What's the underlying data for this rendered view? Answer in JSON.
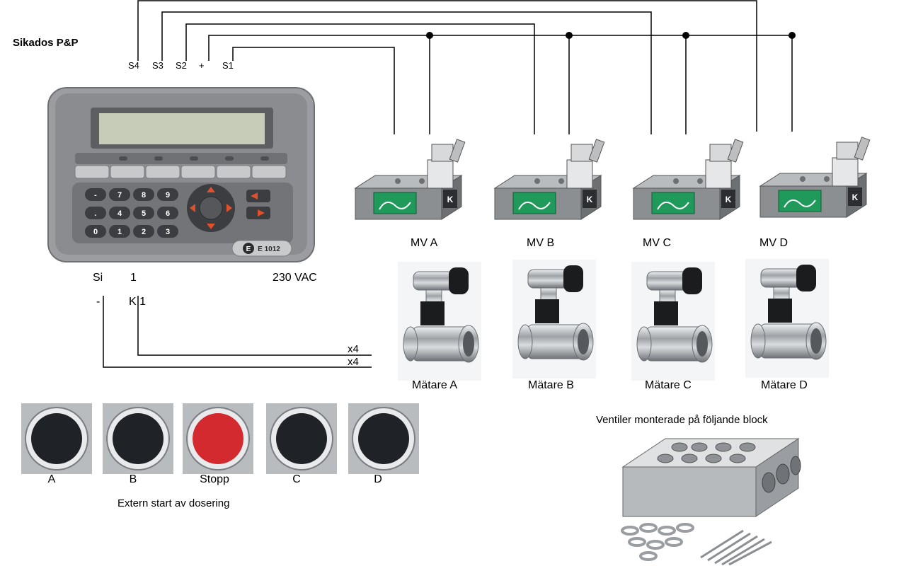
{
  "controller": {
    "title": "Sikados P&P",
    "brand": "E 1012",
    "signal_labels": [
      "S4",
      "S3",
      "S2",
      "+",
      "S1"
    ],
    "supply": {
      "si": "Si",
      "one": "1",
      "voltage": "230 VAC",
      "minus": "-",
      "k1": "K 1"
    },
    "run_labels": [
      "x4",
      "x4"
    ],
    "keypad": [
      "-",
      "7",
      "8",
      "9",
      ".",
      "4",
      "5",
      "6",
      "0",
      "1",
      "2",
      "3"
    ]
  },
  "valves": [
    {
      "label": "MV A"
    },
    {
      "label": "MV B"
    },
    {
      "label": "MV C"
    },
    {
      "label": "MV D"
    }
  ],
  "meters": [
    {
      "label": "Mätare A"
    },
    {
      "label": "Mätare B"
    },
    {
      "label": "Mätare C"
    },
    {
      "label": "Mätare D"
    }
  ],
  "buttons": {
    "items": [
      {
        "label": "A",
        "color": "#1f2226"
      },
      {
        "label": "B",
        "color": "#1f2226"
      },
      {
        "label": "Stopp",
        "color": "#d22a2f"
      },
      {
        "label": "C",
        "color": "#1f2226"
      },
      {
        "label": "D",
        "color": "#1f2226"
      }
    ],
    "caption": "Extern start av dosering"
  },
  "block": {
    "caption": "Ventiler monterade på följande block"
  },
  "colors": {
    "wire": "#000000",
    "hmi_body": "#8a8c8f",
    "valve_green": "#1f9a5a",
    "stop_red": "#d22a2f"
  }
}
